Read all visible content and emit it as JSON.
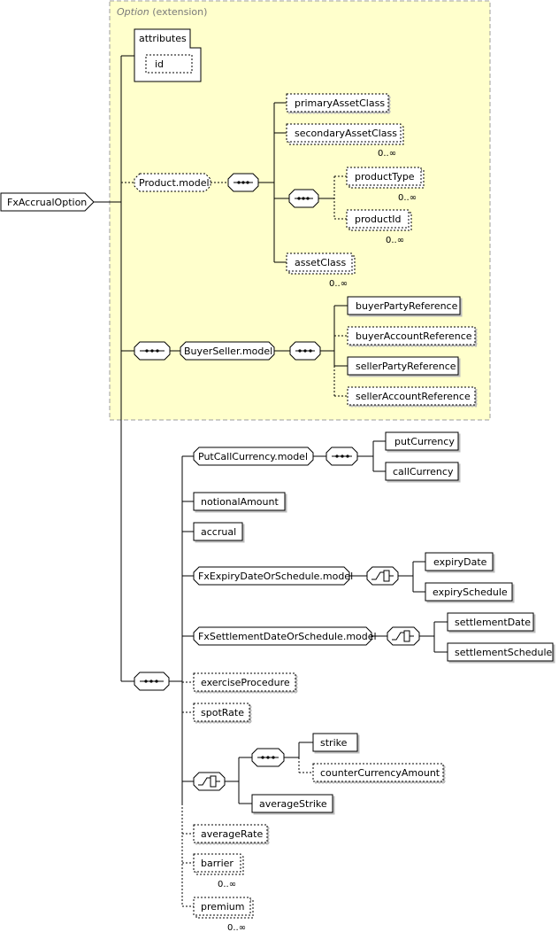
{
  "root": {
    "label": "FxAccrualOption"
  },
  "extension": {
    "type": "Option",
    "note": "(extension)"
  },
  "attributes": {
    "title": "attributes",
    "items": [
      "id"
    ]
  },
  "product_model": {
    "label": "Product.model",
    "primary": "primaryAssetClass",
    "secondary": "secondaryAssetClass",
    "secondary_card": "0..∞",
    "product_type": "productType",
    "product_type_card": "0..∞",
    "product_id": "productId",
    "product_id_card": "0..∞",
    "asset_class": "assetClass",
    "asset_class_card": "0..∞"
  },
  "buyer_seller_model": {
    "label": "BuyerSeller.model",
    "items": [
      "buyerPartyReference",
      "buyerAccountReference",
      "sellerPartyReference",
      "sellerAccountReference"
    ]
  },
  "put_call_model": {
    "label": "PutCallCurrency.model",
    "items": [
      "putCurrency",
      "callCurrency"
    ]
  },
  "elements": {
    "notional": "notionalAmount",
    "accrual": "accrual",
    "exercise_procedure": "exerciseProcedure",
    "spot_rate": "spotRate",
    "average_rate": "averageRate",
    "barrier": "barrier",
    "barrier_card": "0..∞",
    "premium": "premium",
    "premium_card": "0..∞"
  },
  "expiry_model": {
    "label": "FxExpiryDateOrSchedule.model",
    "items": [
      "expiryDate",
      "expirySchedule"
    ]
  },
  "settlement_model": {
    "label": "FxSettlementDateOrSchedule.model",
    "items": [
      "settlementDate",
      "settlementSchedule"
    ]
  },
  "strike_choice": {
    "strike": "strike",
    "counter": "counterCurrencyAmount",
    "average_strike": "averageStrike"
  }
}
